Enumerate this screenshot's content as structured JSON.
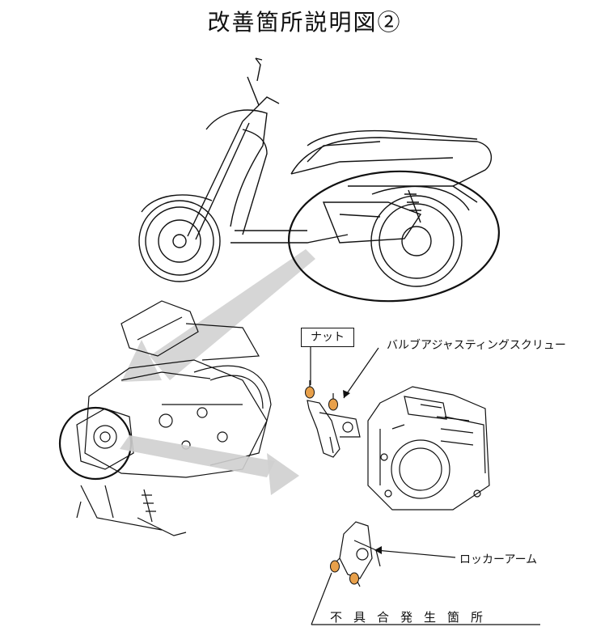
{
  "title": "改善箇所説明図②",
  "labels": {
    "nut": "ナット",
    "valve_adjusting_screw": "バルブアジャスティングスクリュー",
    "rocker_arm": "ロッカーアーム",
    "defect_location": "不具合発生箇所"
  },
  "colors": {
    "line": "#111111",
    "arrow_fill": "#c8c8c8",
    "highlight": "#e8a04a"
  },
  "icons": [
    "scooter-illustration",
    "engine-illustration",
    "throttle-body-illustration",
    "rocker-arm-illustration"
  ]
}
